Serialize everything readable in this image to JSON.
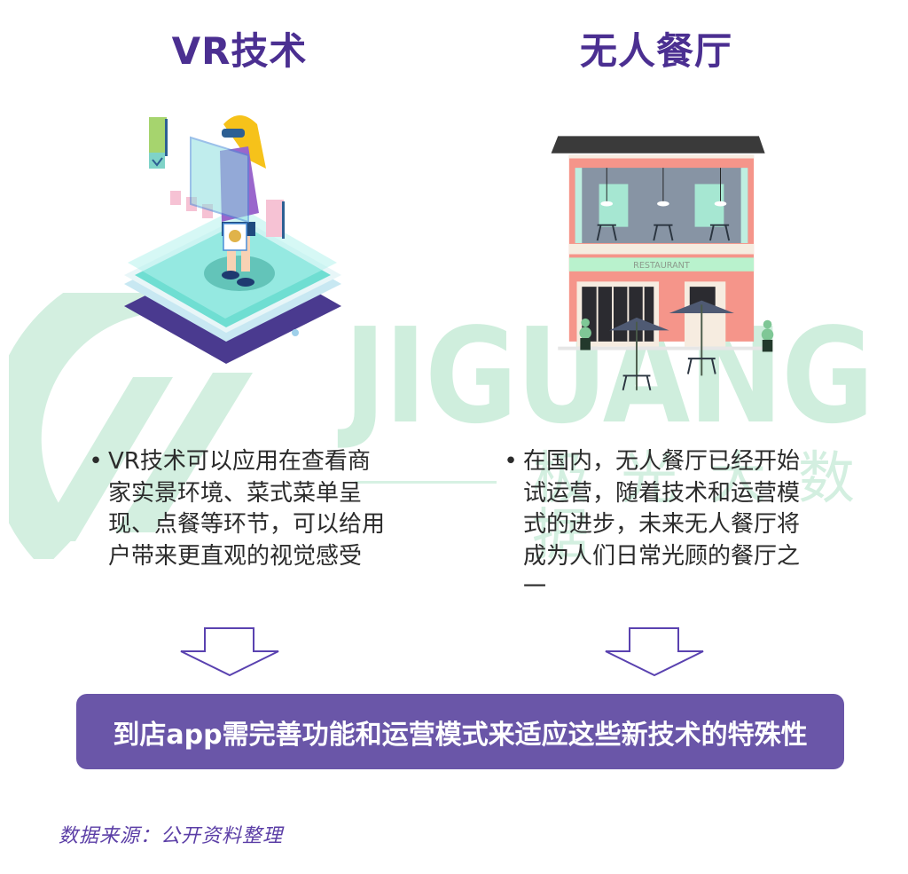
{
  "watermark": {
    "word": "JIGUANG",
    "subtitle": "极光大数据",
    "color": "#cfeedd"
  },
  "columns": [
    {
      "title": "VR技术",
      "illustration": "vr-headset-woman-on-tablet",
      "bullet": "VR技术可以应用在查看商家实景环境、菜式菜单呈现、点餐等环节，可以给用户带来更直观的视觉感受"
    },
    {
      "title": "无人餐厅",
      "illustration": "restaurant-building",
      "illustration_sign": "RESTAURANT",
      "bullet": "在国内，无人餐厅已经开始试运营，随着技术和运营模式的进步，未来无人餐厅将成为人们日常光顾的餐厅之一"
    }
  ],
  "arrows": [
    "down-arrow-icon",
    "down-arrow-icon"
  ],
  "conclusion": {
    "text": "到店app需完善功能和运营模式来适应这些新技术的特殊性",
    "background": "#6a56a8"
  },
  "source": "数据来源：公开资料整理",
  "colors": {
    "title": "#4b2f91",
    "body_text": "#2b2b2b",
    "accent_purple": "#6a56a8",
    "watermark_green": "#cfeedd"
  }
}
